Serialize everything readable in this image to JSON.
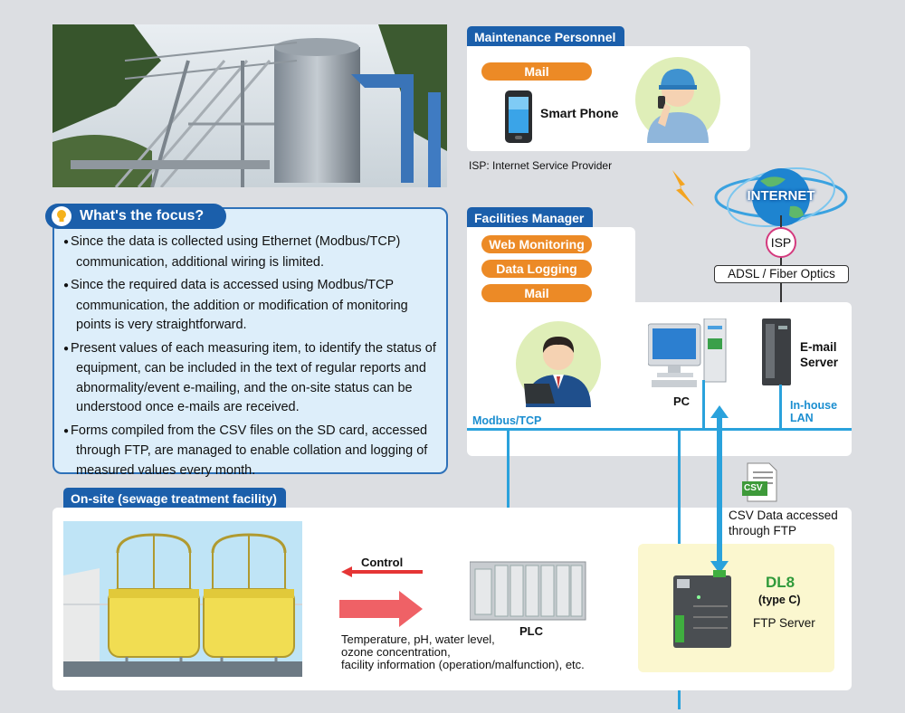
{
  "maintenance": {
    "tab": "Maintenance Personnel",
    "mail_pill": "Mail",
    "device_label": "Smart Phone",
    "isp_note": "ISP: Internet Service Provider"
  },
  "facilities": {
    "tab": "Facilities Manager",
    "pills": [
      "Web Monitoring",
      "Data Logging",
      "Mail"
    ],
    "modbus_label": "Modbus/TCP",
    "pc_label": "PC",
    "email_server_label": [
      "E-mail",
      "Server"
    ],
    "lan_label": [
      "In-house",
      "LAN"
    ]
  },
  "internet": {
    "label": "INTERNET",
    "isp": "ISP",
    "connection": "ADSL / Fiber Optics"
  },
  "focus": {
    "title": "What's the focus?",
    "bullets": [
      "Since the data is collected using Ethernet (Modbus/TCP) communication, additional wiring is limited.",
      "Since the required data is accessed using Modbus/TCP communication, the addition or modification of monitoring points is very straightforward.",
      "Present values of each measuring item, to identify the status of equipment, can be included in the text of regular reports and abnormality/event e-mailing, and the on-site status can be understood once e-mails are received.",
      "Forms compiled from the CSV files on the SD card, accessed through FTP, are managed to enable collation and logging of measured values every month."
    ]
  },
  "onsite": {
    "tab": "On-site (sewage treatment facility)",
    "control_label": "Control",
    "plc_label": "PLC",
    "measurements": [
      "Temperature, pH, water level,",
      "ozone concentration,",
      "facility information (operation/malfunction), etc."
    ],
    "csv_icon": "CSV",
    "csv_note": [
      "CSV Data accessed",
      "through FTP"
    ],
    "device_name": "DL8",
    "device_type": "(type C)",
    "device_role": "FTP Server"
  },
  "colors": {
    "tab_blue": "#1b5fab",
    "pill_orange": "#ec8a26",
    "network_cyan": "#2aa2dc",
    "device_green": "#2f9a3a",
    "dl8_bg": "#fbf7cf",
    "focus_bg": "#ddeefa"
  },
  "icons": [
    "lightbulb-icon",
    "smartphone-icon",
    "lightning-icon",
    "internet-globe-icon",
    "pc-icon",
    "server-icon",
    "csv-file-icon",
    "plc-icon",
    "dl8-device-icon",
    "person-phone-icon",
    "person-laptop-icon",
    "tank-icon",
    "control-arrow-icon",
    "data-arrow-icon"
  ]
}
